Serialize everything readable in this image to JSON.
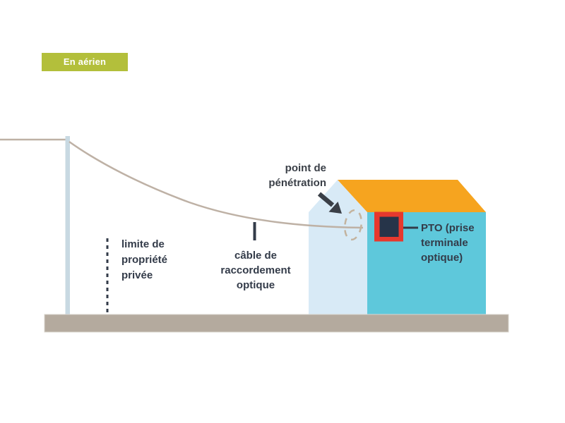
{
  "badge": {
    "label": "En aérien"
  },
  "labels": {
    "point_penetration": {
      "lines": [
        "point de",
        "pénétration"
      ]
    },
    "property_limit": {
      "lines": [
        "limite de",
        "propriété",
        "privée"
      ]
    },
    "drop_cable": {
      "lines": [
        "câble de",
        "raccordement",
        "optique"
      ]
    },
    "pto": {
      "lines": [
        "PTO (prise",
        "terminale",
        "optique)"
      ]
    }
  },
  "icons": {
    "penetration_arrow": "down-right-arrow"
  },
  "colors": {
    "badge_bg": "#b3bf3b",
    "badge_text": "#ffffff",
    "roof": "#f6a41f",
    "front_wall": "#5ec8db",
    "gable_wall": "#d8eaf6",
    "pto_frame": "#e6392e",
    "pto_box": "#263449",
    "ground": "#b4aa9e",
    "ground_border": "#d9d4cd",
    "pole": "#c8d9e2",
    "cable": "#beb1a5",
    "dashed_circle": "#c3b39f",
    "label_text": "#333b49",
    "arrow": "#3a3f47"
  }
}
